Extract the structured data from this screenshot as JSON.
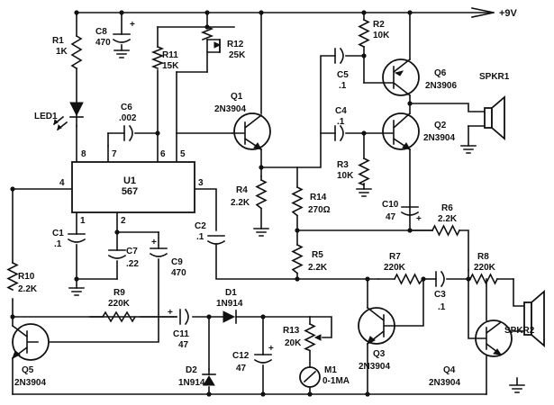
{
  "supply_label": "+9V",
  "ic": {
    "ref": "U1",
    "part": "567",
    "pins": [
      "8",
      "7",
      "6",
      "5",
      "4",
      "3",
      "1",
      "2"
    ]
  },
  "resistors": {
    "R1": {
      "ref": "R1",
      "value": "1K"
    },
    "R2": {
      "ref": "R2",
      "value": "10K"
    },
    "R3": {
      "ref": "R3",
      "value": "10K"
    },
    "R4": {
      "ref": "R4",
      "value": "2.2K"
    },
    "R5": {
      "ref": "R5",
      "value": "2.2K"
    },
    "R6": {
      "ref": "R6",
      "value": "2.2K"
    },
    "R7": {
      "ref": "R7",
      "value": "220K"
    },
    "R8": {
      "ref": "R8",
      "value": "220K"
    },
    "R9": {
      "ref": "R9",
      "value": "220K"
    },
    "R10": {
      "ref": "R10",
      "value": "2.2K"
    },
    "R11": {
      "ref": "R11",
      "value": "15K"
    },
    "R12": {
      "ref": "R12",
      "value": "25K"
    },
    "R13": {
      "ref": "R13",
      "value": "20K"
    },
    "R14": {
      "ref": "R14",
      "value": "270Ω"
    }
  },
  "capacitors": {
    "C1": {
      "ref": "C1",
      "value": ".1"
    },
    "C2": {
      "ref": "C2",
      "value": ".1"
    },
    "C3": {
      "ref": "C3",
      "value": ".1"
    },
    "C4": {
      "ref": "C4",
      "value": ".1"
    },
    "C5": {
      "ref": "C5",
      "value": ".1"
    },
    "C6": {
      "ref": "C6",
      "value": ".002"
    },
    "C7": {
      "ref": "C7",
      "value": ".22"
    },
    "C8": {
      "ref": "C8",
      "value": "470"
    },
    "C9": {
      "ref": "C9",
      "value": "470"
    },
    "C10": {
      "ref": "C10",
      "value": "47"
    },
    "C11": {
      "ref": "C11",
      "value": "47"
    },
    "C12": {
      "ref": "C12",
      "value": "47"
    }
  },
  "transistors": {
    "Q1": {
      "ref": "Q1",
      "part": "2N3904"
    },
    "Q2": {
      "ref": "Q2",
      "part": "2N3904"
    },
    "Q3": {
      "ref": "Q3",
      "part": "2N3904"
    },
    "Q4": {
      "ref": "Q4",
      "part": "2N3904"
    },
    "Q5": {
      "ref": "Q5",
      "part": "2N3904"
    },
    "Q6": {
      "ref": "Q6",
      "part": "2N3906"
    }
  },
  "diodes": {
    "D1": {
      "ref": "D1",
      "part": "1N914"
    },
    "D2": {
      "ref": "D2",
      "part": "1N914"
    }
  },
  "led": {
    "ref": "LED1"
  },
  "meter": {
    "ref": "M1",
    "range": "0-1MA"
  },
  "speakers": {
    "SPKR1": "SPKR1",
    "SPKR2": "SPKR2"
  }
}
